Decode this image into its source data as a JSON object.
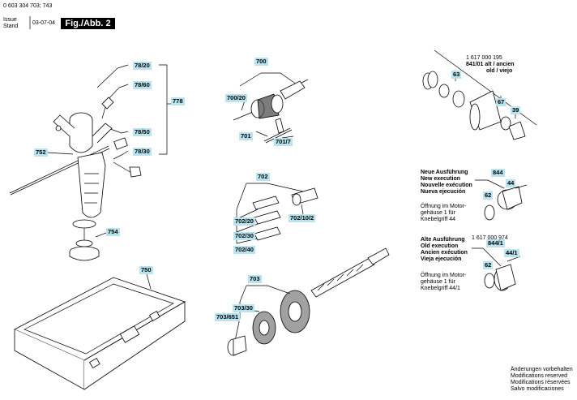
{
  "header": {
    "doc_number": "0 603 304 703; 743",
    "issue_label": "Issue",
    "stand_label": "Stand",
    "date": "03-07-04",
    "fig_label": "Fig./Abb. 2"
  },
  "callouts": {
    "c78_20": "78/20",
    "c78_60": "78/60",
    "c778": "778",
    "c78_50": "78/50",
    "c78_30": "78/30",
    "c752": "752",
    "c754": "754",
    "c750": "750",
    "c700": "700",
    "c700_20": "700/20",
    "c701": "701",
    "c701_7": "701/7",
    "c702": "702",
    "c702_20": "702/20",
    "c702_30": "702/30",
    "c702_40": "702/40",
    "c702_10_2": "702/10/2",
    "c703": "703",
    "c703_30": "703/30",
    "c703_651": "703/651",
    "c63": "63",
    "c67": "67",
    "c39": "39",
    "c844": "844",
    "c44": "44",
    "c62a": "62",
    "c844_1": "844/1",
    "c44_1": "44/1",
    "c62b": "62"
  },
  "chuck_note": {
    "part_number": "1 617 000 195",
    "line1": "841/01 alt / ancien",
    "line2": "old / viejo"
  },
  "new_execution": {
    "lines": [
      "Neue Ausführung",
      "New execution",
      "Nouvelle exécution",
      "Nueva ejecución"
    ],
    "opening": [
      "Öffnung im Motor-",
      "gehäuse 1 für",
      "Knebelgriff 44"
    ]
  },
  "old_execution": {
    "lines": [
      "Alte Ausführung",
      "Old execution",
      "Ancien exécution",
      "Vieja ejecución"
    ],
    "part_number": "1 617 000 974",
    "opening": [
      "Öffnung im Motor-",
      "gehäuse 1 für",
      "Knebelgriff 44/1"
    ]
  },
  "footer": {
    "lines": [
      "Änderungen vorbehalten",
      "Modifications reserved",
      "Modifications réservées",
      "Salvo modificaciones"
    ]
  }
}
